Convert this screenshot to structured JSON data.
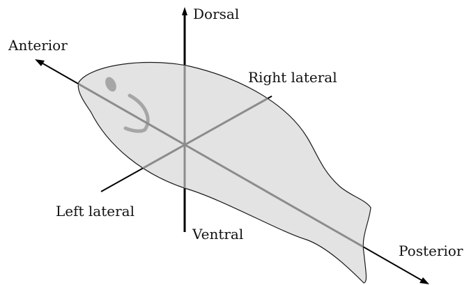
{
  "diagram": {
    "labels": {
      "dorsal": "Dorsal",
      "ventral": "Ventral",
      "anterior": "Anterior",
      "posterior": "Posterior",
      "right_lateral": "Right lateral",
      "left_lateral": "Left lateral"
    },
    "colors": {
      "body_fill": "#e3e3e3",
      "body_outline": "#1a1a1a",
      "axis_outside": "#000000",
      "axis_inside": "#8c8c8c",
      "eye": "#a6a6a6",
      "gill": "#a6a6a6",
      "text": "#111111"
    }
  }
}
